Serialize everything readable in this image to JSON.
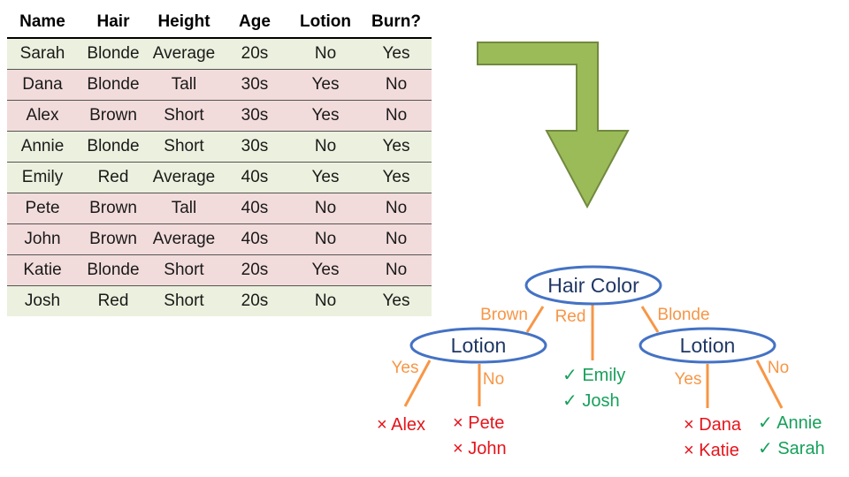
{
  "table": {
    "headers": [
      "Name",
      "Hair",
      "Height",
      "Age",
      "Lotion",
      "Burn?"
    ],
    "rows": [
      [
        "Sarah",
        "Blonde",
        "Average",
        "20s",
        "No",
        "Yes"
      ],
      [
        "Dana",
        "Blonde",
        "Tall",
        "30s",
        "Yes",
        "No"
      ],
      [
        "Alex",
        "Brown",
        "Short",
        "30s",
        "Yes",
        "No"
      ],
      [
        "Annie",
        "Blonde",
        "Short",
        "30s",
        "No",
        "Yes"
      ],
      [
        "Emily",
        "Red",
        "Average",
        "40s",
        "Yes",
        "Yes"
      ],
      [
        "Pete",
        "Brown",
        "Tall",
        "40s",
        "No",
        "No"
      ],
      [
        "John",
        "Brown",
        "Average",
        "40s",
        "No",
        "No"
      ],
      [
        "Katie",
        "Blonde",
        "Short",
        "20s",
        "Yes",
        "No"
      ],
      [
        "Josh",
        "Red",
        "Short",
        "20s",
        "No",
        "Yes"
      ]
    ]
  },
  "tree": {
    "root": "Hair Color",
    "node_left": "Lotion",
    "node_right": "Lotion",
    "edges": {
      "brown": "Brown",
      "red": "Red",
      "blonde": "Blonde",
      "left_yes": "Yes",
      "left_no": "No",
      "right_yes": "Yes",
      "right_no": "No"
    },
    "leaves": {
      "alex": "× Alex",
      "pete": "× Pete",
      "john": "× John",
      "emily": "✓ Emily",
      "josh": "✓ Josh",
      "dana": "× Dana",
      "katie": "× Katie",
      "annie": "✓ Annie",
      "sarah": "✓ Sarah"
    }
  },
  "colors": {
    "yes_row": "#ebf1de",
    "no_row": "#f2dcdb",
    "arrow_fill": "#9bbb59",
    "arrow_stroke": "#71893f",
    "node_stroke": "#4472c4",
    "edge": "#f79646",
    "negative": "#e5141b",
    "positive": "#17a05b"
  }
}
